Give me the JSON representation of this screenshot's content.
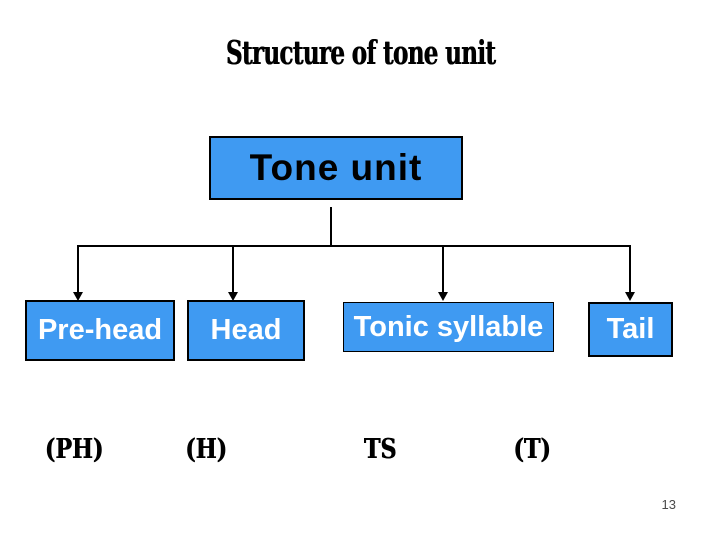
{
  "slide": {
    "title": "Structure of tone unit",
    "page_number": "13",
    "background_color": "#ffffff"
  },
  "diagram": {
    "root": {
      "label": "Tone unit"
    },
    "children": [
      {
        "label": "Pre-head",
        "abbr": "(PH)"
      },
      {
        "label": "Head",
        "abbr": "(H)"
      },
      {
        "label": "Tonic syllable",
        "abbr": "TS"
      },
      {
        "label": "Tail",
        "abbr": "(T)"
      }
    ],
    "colors": {
      "box_fill": "#3F9AF2",
      "box_border": "#000000",
      "root_text": "#000000",
      "child_text": "#ffffff",
      "connector": "#000000"
    }
  }
}
